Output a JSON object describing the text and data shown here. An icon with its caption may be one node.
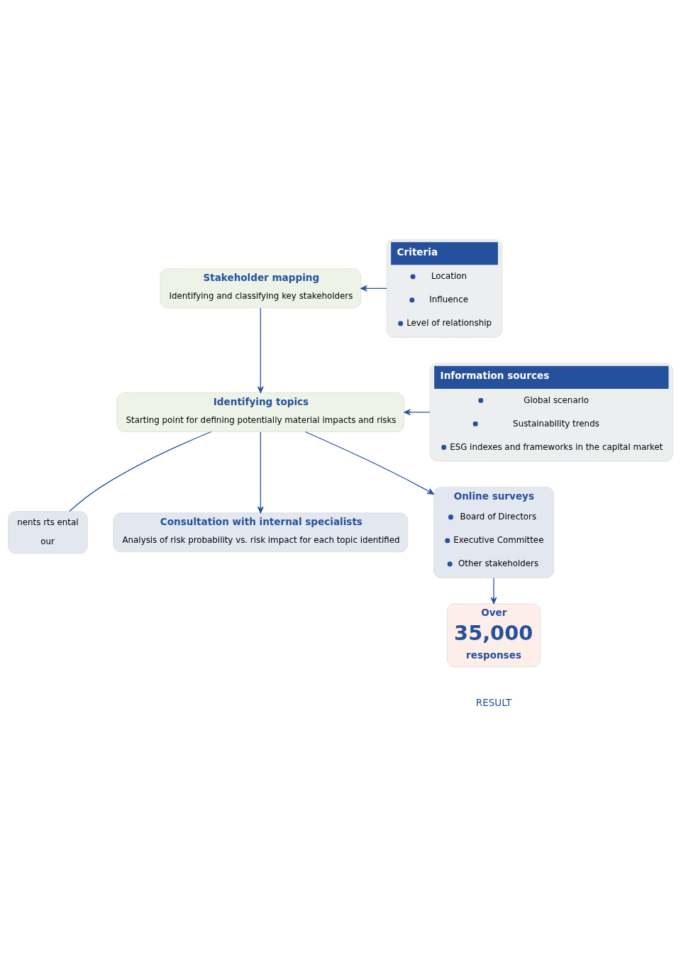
{
  "diagram": {
    "nodes": [
      {
        "text": [
          "Stakeholder mapping",
          "Identifying and classifying key stakeholders"
        ]
      },
      {
        "text": [
          "Criteria",
          "Location",
          "Influence",
          "Level of relationship"
        ]
      },
      {
        "text": [
          "Identifying topics",
          "Starting point for defining potentially material impacts and risks"
        ]
      },
      {
        "text": [
          "Information sources",
          "Global scenario",
          "Sustainability trends",
          "ESG indexes and frameworks in the capital market"
        ]
      },
      {
        "text": [
          "nents rts ental",
          "our"
        ]
      },
      {
        "text": [
          "Consultation with internal specialists",
          "Analysis of risk probability vs. risk impact for each topic identified"
        ]
      },
      {
        "text": [
          "Online surveys",
          "Board of Directors",
          "Executive Committee",
          "Other stakeholders"
        ]
      },
      {
        "text": [
          "Over",
          "35,000",
          "responses"
        ]
      }
    ],
    "edges": [
      {
        "from": 1,
        "to": 0,
        "arrow": "to"
      },
      {
        "from": 0,
        "to": 2,
        "arrow": "to"
      },
      {
        "from": 3,
        "to": 2,
        "arrow": "to"
      },
      {
        "from": 2,
        "to": 4,
        "arrow": "none"
      },
      {
        "from": 2,
        "to": 5,
        "arrow": "to"
      },
      {
        "from": 2,
        "to": 6,
        "arrow": "to"
      },
      {
        "from": 6,
        "to": 7,
        "arrow": "to"
      }
    ],
    "labels": [
      "RESULT"
    ]
  }
}
